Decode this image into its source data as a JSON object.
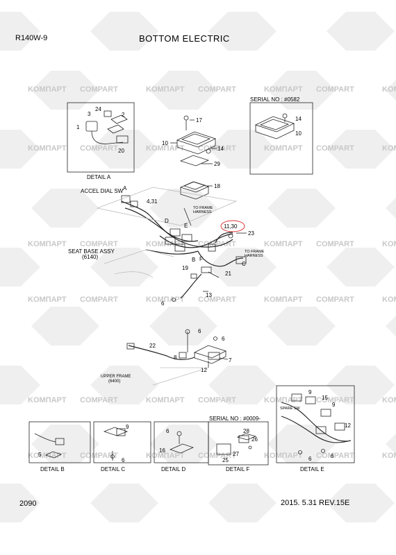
{
  "header": {
    "model": "R140W-9",
    "title": "BOTTOM ELECTRIC"
  },
  "footer": {
    "page": "2090",
    "date_rev": "2015. 5.31  REV.15E"
  },
  "watermark": {
    "text_a": "KOMПAPT",
    "text_b": "COMPART"
  },
  "detail_a": {
    "caption": "DETAIL  A",
    "parts": [
      "24",
      "3",
      "2",
      "1",
      "20"
    ]
  },
  "serial_top": {
    "caption": "SERIAL NO : #0582",
    "parts": [
      "14",
      "10"
    ]
  },
  "center": {
    "accel": "ACCEL DIAL SW",
    "seat_base_1": "SEAT BASE ASSY",
    "seat_base_2": "(6140)",
    "to_frame_1": "TO FRAME",
    "to_frame_2": "HARNESS",
    "to_frame_b1": "TO FRAME",
    "to_frame_b2": "HARNESS",
    "upper_frame_1": "UPPER FRAME",
    "upper_frame_2": "(6400)",
    "spare": "SPARE SW",
    "highlight": "11,30",
    "parts": {
      "p17": "17",
      "p10": "10",
      "p14": "14",
      "p29": "29",
      "p18": "18",
      "a": "A",
      "p431": "4,31",
      "d": "D",
      "e": "E",
      "p23": "23",
      "b": "B",
      "f": "F",
      "c": "C",
      "p19": "19",
      "p21": "21",
      "p13": "13",
      "p6a": "6",
      "p6b": "6",
      "p8": "8",
      "p22": "22",
      "p6c": "6",
      "p7": "7",
      "p12": "12"
    }
  },
  "detail_b": {
    "caption": "DETAIL  B",
    "parts": [
      "5"
    ]
  },
  "detail_c": {
    "caption": "DETAIL  C",
    "parts": [
      "9",
      "6"
    ]
  },
  "detail_d": {
    "caption": "DETAIL  D",
    "parts": [
      "6",
      "16"
    ]
  },
  "detail_f": {
    "serial": "SERIAL NO : #0009-",
    "caption": "DETAIL F",
    "parts": [
      "28",
      "26",
      "27",
      "25"
    ]
  },
  "detail_e": {
    "caption": "DETAIL  E",
    "parts": [
      "9",
      "15",
      "9",
      "12",
      "6",
      "6"
    ]
  }
}
